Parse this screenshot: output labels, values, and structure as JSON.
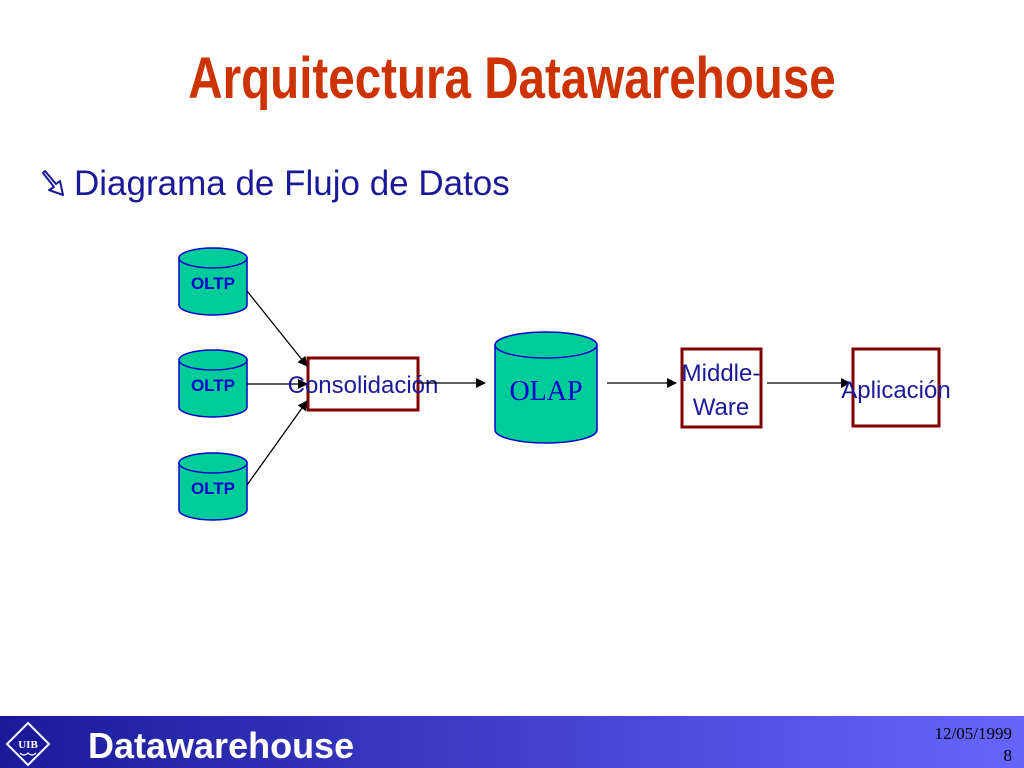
{
  "slide": {
    "title": "Arquitectura Datawarehouse",
    "bullet": "Diagrama de Flujo de Datos"
  },
  "diagram": {
    "sources": [
      {
        "label": "OLTP"
      },
      {
        "label": "OLTP"
      },
      {
        "label": "OLTP"
      }
    ],
    "consolidation": {
      "label": "Consolidación"
    },
    "olap": {
      "label": "OLAP"
    },
    "middleware": {
      "line1": "Middle-",
      "line2": "Ware"
    },
    "application": {
      "label": "Aplicación"
    }
  },
  "footer": {
    "title": "Datawarehouse",
    "date": "12/05/1999",
    "page": "8",
    "logo_text": "UIB"
  },
  "colors": {
    "title": "#CC3300",
    "text": "#1A1A99",
    "cylinder_fill": "#00CC99",
    "cylinder_stroke": "#0000CC",
    "box_stroke": "#800000",
    "footer_start": "#1A1A99",
    "footer_end": "#6666FF"
  }
}
